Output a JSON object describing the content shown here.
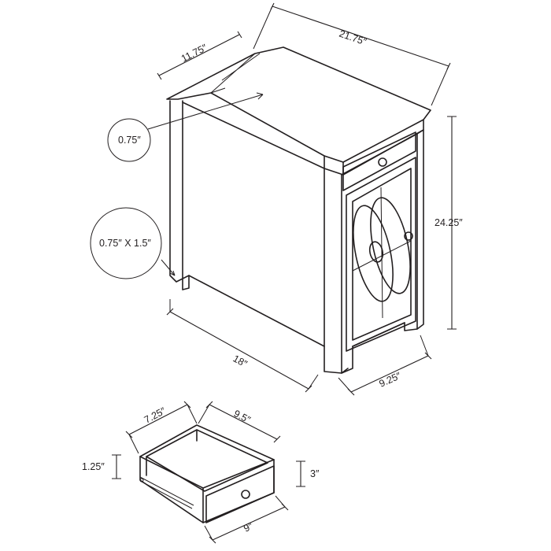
{
  "diagram": {
    "line_color": "#231f20",
    "background": "#ffffff",
    "dimensions": {
      "top_depth": "11.75″",
      "top_width": "21.75″",
      "height": "24.25″",
      "side_depth": "18″",
      "front_width": "9.25″",
      "top_thickness": "0.75″",
      "leg_size": "0.75″ X 1.5″",
      "drawer_depth": "7.25″",
      "drawer_inner_width": "9.5″",
      "drawer_side_height": "1.25″",
      "drawer_front_height": "3″",
      "drawer_front_width": "9″"
    }
  }
}
